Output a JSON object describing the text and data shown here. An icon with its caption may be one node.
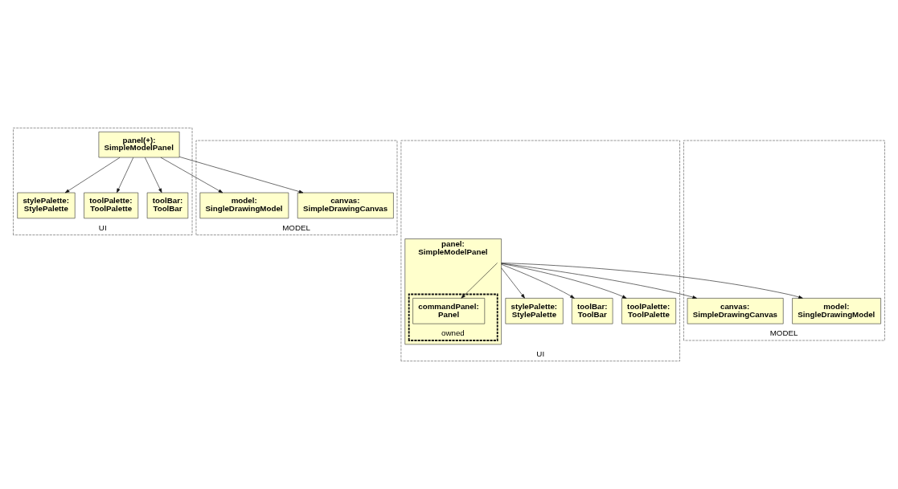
{
  "diagram": {
    "nodes": [
      {
        "text": [
          "UI"
        ]
      },
      {
        "text": [
          "panel(+): SimpleModelPanel"
        ],
        "in": 0
      },
      {
        "text": [
          "stylePalette: StylePalette"
        ],
        "in": 0
      },
      {
        "text": [
          "toolPalette: ToolPalette"
        ],
        "in": 0
      },
      {
        "text": [
          "toolBar: ToolBar"
        ],
        "in": 0
      },
      {
        "text": [
          "MODEL"
        ]
      },
      {
        "text": [
          "canvas: SimpleDrawingCanvas"
        ],
        "in": 5
      },
      {
        "text": [
          "model: SingleDrawingModel"
        ],
        "in": 5
      },
      {
        "text": [
          "UI"
        ]
      },
      {
        "text": [
          "panel: SimpleModelPanel"
        ],
        "in": 8
      },
      {
        "text": [
          "owned"
        ],
        "in": 9
      },
      {
        "text": [
          "commandPanel: Panel"
        ],
        "in": 10
      },
      {
        "text": [
          "stylePalette: StylePalette"
        ],
        "in": 8
      },
      {
        "text": [
          "toolBar: ToolBar"
        ],
        "in": 8
      },
      {
        "text": [
          "toolPalette: ToolPalette"
        ],
        "in": 8
      },
      {
        "text": [
          "MODEL"
        ]
      },
      {
        "text": [
          "model: SingleDrawingModel"
        ],
        "in": 15
      },
      {
        "text": [
          "canvas: SimpleDrawingCanvas"
        ],
        "in": 15
      }
    ],
    "edges": [
      {
        "from": 1,
        "to": 2,
        "arrow": "to"
      },
      {
        "from": 1,
        "to": 3,
        "arrow": "to"
      },
      {
        "from": 1,
        "to": 4,
        "arrow": "to"
      },
      {
        "from": 1,
        "to": 6,
        "arrow": "to"
      },
      {
        "from": 1,
        "to": 7,
        "arrow": "to"
      },
      {
        "from": 9,
        "to": 11,
        "arrow": "to"
      },
      {
        "from": 9,
        "to": 12,
        "arrow": "to"
      },
      {
        "from": 9,
        "to": 13,
        "arrow": "to"
      },
      {
        "from": 9,
        "to": 14,
        "arrow": "to"
      },
      {
        "from": 9,
        "to": 16,
        "arrow": "to"
      },
      {
        "from": 9,
        "to": 17,
        "arrow": "to"
      }
    ]
  }
}
